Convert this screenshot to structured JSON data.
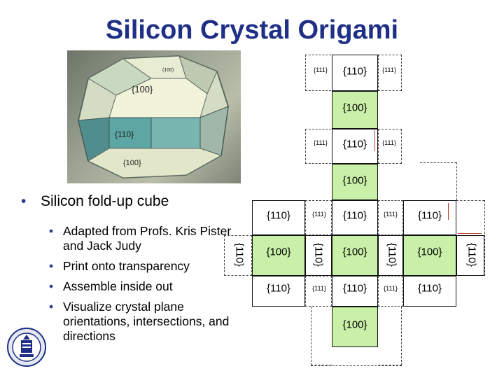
{
  "title": "Silicon Crystal Origami",
  "photo": {
    "face_labels": [
      "{100}",
      "(100)",
      "{100}",
      "{110}"
    ]
  },
  "bullets": {
    "main": "Silicon fold-up cube",
    "subs": [
      "Adapted from Profs. Kris Pister and Jack Judy",
      "Print onto transparency",
      "Assemble inside out",
      "Visualize crystal plane orientations, intersections, and directions"
    ]
  },
  "net": {
    "f110": "{110}",
    "f100": "{100}",
    "f111": "{111}"
  },
  "colors": {
    "title": "#1f2f86",
    "green_face": "#c8f0a8",
    "bullet": "#2a3a8f"
  },
  "icons": [
    "university-seal-icon"
  ]
}
